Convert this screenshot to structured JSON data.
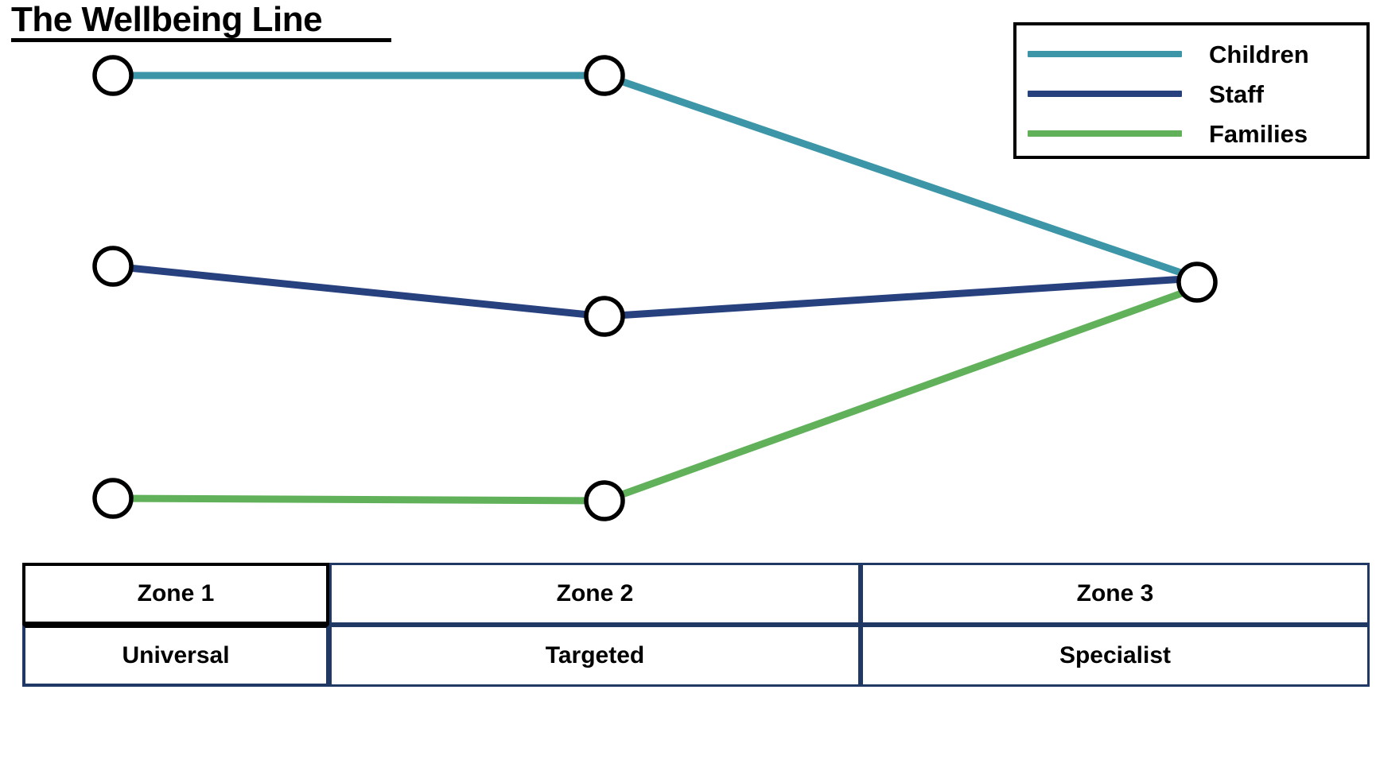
{
  "title": "The Wellbeing Line",
  "colors": {
    "children": "#3D96A8",
    "staff": "#27407E",
    "families": "#61B15A",
    "marker_stroke": "#000000",
    "marker_fill": "#FFFFFF",
    "table_border_zone1": "#000000",
    "table_border_other": "#1F3864",
    "legend_border": "#000000",
    "background": "#FFFFFF",
    "text": "#000000"
  },
  "legend": {
    "position": "top-right",
    "items": [
      {
        "label": "Children",
        "color": "#3D96A8",
        "swatch": "line-swatch"
      },
      {
        "label": "Staff",
        "color": "#27407E",
        "swatch": "line-swatch"
      },
      {
        "label": "Families",
        "color": "#61B15A",
        "swatch": "line-swatch"
      }
    ]
  },
  "zone_table": {
    "columns": [
      {
        "zone": "Zone 1",
        "tier": "Universal"
      },
      {
        "zone": "Zone 2",
        "tier": "Targeted"
      },
      {
        "zone": "Zone 3",
        "tier": "Specialist"
      }
    ]
  },
  "chart_data": {
    "type": "line",
    "title": "The Wellbeing Line",
    "xlabel": "",
    "ylabel": "",
    "categories": [
      "Zone 1",
      "Zone 2",
      "Zone 3"
    ],
    "x": [
      142,
      760,
      1505
    ],
    "grid": false,
    "legend_position": "top-right",
    "axis_visible": false,
    "markers": "open-circle",
    "series": [
      {
        "name": "Children",
        "color": "#3D96A8",
        "values": [
          3,
          3,
          1.15
        ],
        "points": [
          [
            142,
            95
          ],
          [
            760,
            95
          ],
          [
            1505,
            350
          ]
        ]
      },
      {
        "name": "Staff",
        "color": "#27407E",
        "values": [
          2,
          1.75,
          1.15
        ],
        "points": [
          [
            142,
            335
          ],
          [
            760,
            398
          ],
          [
            1505,
            350
          ]
        ]
      },
      {
        "name": "Families",
        "color": "#61B15A",
        "values": [
          0.6,
          0.58,
          1.1
        ],
        "points": [
          [
            142,
            627
          ],
          [
            760,
            630
          ],
          [
            1505,
            362
          ]
        ]
      }
    ],
    "annotation": "Children start high and decline toward Zone 3; Staff decline slightly then recover; Families start low and rise sharply toward Zone 3 — all three converge at Zone 3."
  }
}
